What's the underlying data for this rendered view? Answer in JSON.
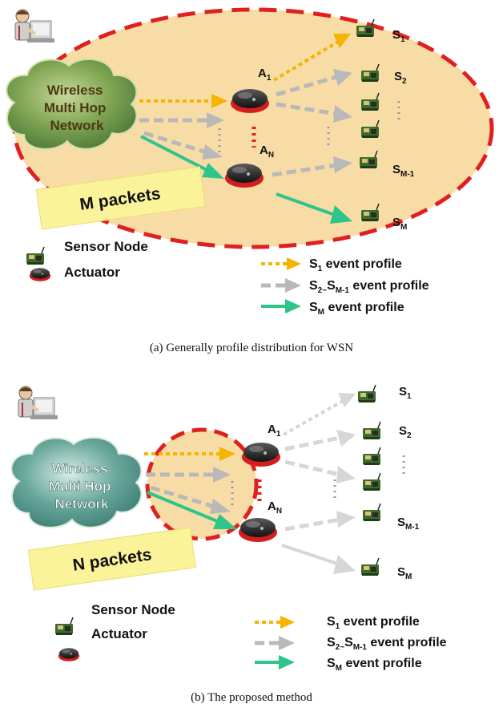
{
  "panel_a": {
    "network_label": [
      "Wireless",
      "Multi Hop",
      "Network"
    ],
    "packets_label": "M packets",
    "actuators": {
      "first": "A",
      "first_sub": "1",
      "last": "A",
      "last_sub": "N"
    },
    "sensors": {
      "s1": "S",
      "s1_sub": "1",
      "s2": "S",
      "s2_sub": "2",
      "sm1": "S",
      "sm1_sub": "M-1",
      "sm": "S",
      "sm_sub": "M"
    },
    "legend": {
      "sensor_node": "Sensor Node",
      "actuator": "Actuator",
      "s1_profile_s": "S",
      "s1_profile_sub": "1",
      "s1_profile_text": " event profile",
      "mid_profile_s1": "S",
      "mid_profile_sub1": "2~",
      "mid_profile_s2": "S",
      "mid_profile_sub2": "M-1",
      "mid_profile_text": " event profile",
      "sm_profile_s": "S",
      "sm_profile_sub": "M",
      "sm_profile_text": "  event profile"
    },
    "caption": "(a) Generally profile distribution for WSN"
  },
  "panel_b": {
    "network_label": [
      "Wireless",
      "Multi Hop",
      "Network"
    ],
    "packets_label": "N packets",
    "actuators": {
      "first": "A",
      "first_sub": "1",
      "last": "A",
      "last_sub": "N"
    },
    "sensors": {
      "s1": "S",
      "s1_sub": "1",
      "s2": "S",
      "s2_sub": "2",
      "sm1": "S",
      "sm1_sub": "M-1",
      "sm": "S",
      "sm_sub": "M"
    },
    "legend": {
      "sensor_node": "Sensor Node",
      "actuator": "Actuator",
      "s1_profile_s": "S",
      "s1_profile_sub": "1",
      "s1_profile_text": " event profile",
      "mid_profile_s1": "S",
      "mid_profile_sub1": "2~",
      "mid_profile_s2": "S",
      "mid_profile_sub2": "M-1",
      "mid_profile_text": " event profile",
      "sm_profile_s": "S",
      "sm_profile_sub": "M",
      "sm_profile_text": " event profile"
    },
    "caption": "(b) The proposed method"
  },
  "colors": {
    "ellipse_fill": "#f8dca6",
    "dash_red": "#e02020",
    "arrow_orange": "#f5b400",
    "arrow_gray": "#b9b9b9",
    "arrow_green": "#2fc48a",
    "arrow_faded": "#d6d6d6",
    "packets_box": "#fbf39a",
    "cloud_green": "#6e9a4c",
    "cloud_teal": "#4e8f86"
  },
  "icons": [
    "person-at-computer-icon",
    "cloud-icon",
    "actuator-icon",
    "sensor-node-icon"
  ]
}
